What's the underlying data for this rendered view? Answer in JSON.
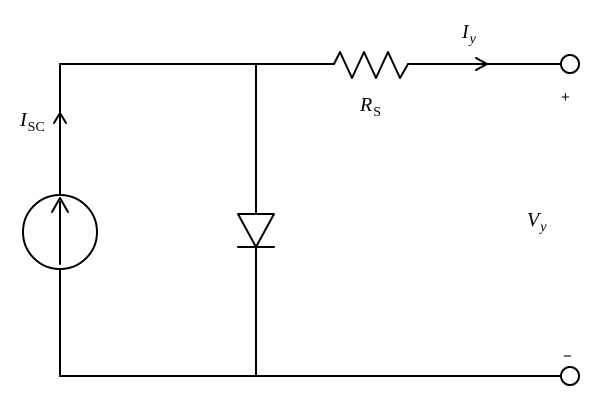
{
  "diagram": {
    "current_source_label": {
      "main": "I",
      "sub": "SC"
    },
    "resistor_label": {
      "main": "R",
      "sub": "S"
    },
    "output_current_label": {
      "main": "I",
      "sub": "y"
    },
    "output_voltage_label": {
      "main": "V",
      "sub": "y"
    },
    "positive_terminal_sign": "+",
    "negative_terminal_sign": "−"
  },
  "components": [
    "current-source",
    "diode",
    "series-resistor",
    "output-terminals"
  ],
  "colors": {
    "wire": "#000000",
    "background": "#ffffff"
  }
}
